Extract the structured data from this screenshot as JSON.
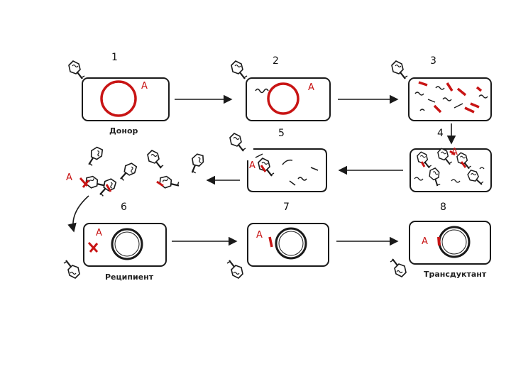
{
  "colors": {
    "line": "#1a1a1a",
    "dna": "#c81414",
    "gene": "#c81414",
    "background": "#ffffff"
  },
  "steps": {
    "s1": "1",
    "s2": "2",
    "s3": "3",
    "s4": "4",
    "s5": "5",
    "s6": "6",
    "s7": "7",
    "s8": "8"
  },
  "gene_label": "A",
  "captions": {
    "donor": "Донор",
    "recipient": "Реципиент",
    "transductant": "Трансдуктант"
  },
  "icons": [
    "bacteriophage-icon",
    "dna-ring",
    "dna-fragment",
    "arrow"
  ]
}
